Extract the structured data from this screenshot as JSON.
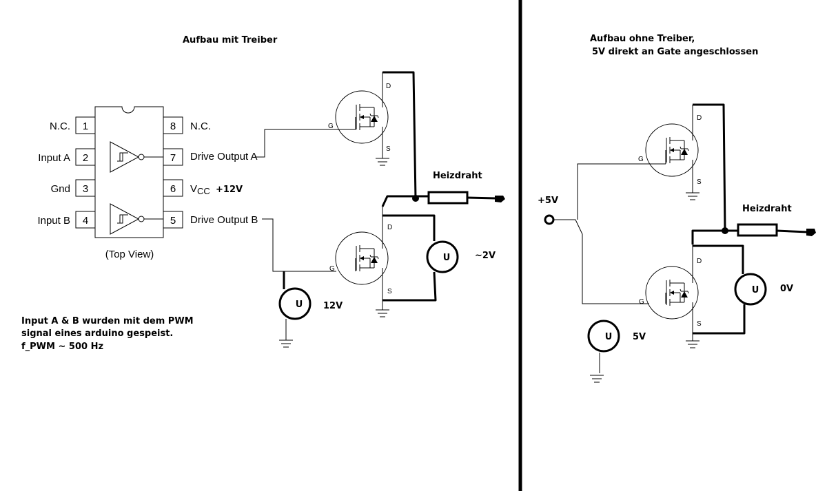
{
  "left": {
    "title": "Aufbau mit Treiber",
    "ic": {
      "pins_left": [
        {
          "num": "1",
          "label": "N.C."
        },
        {
          "num": "2",
          "label": "Input A"
        },
        {
          "num": "3",
          "label": "Gnd"
        },
        {
          "num": "4",
          "label": "Input B"
        }
      ],
      "pins_right": [
        {
          "num": "8",
          "label": "N.C."
        },
        {
          "num": "7",
          "label": "Drive Output A"
        },
        {
          "num": "6",
          "label": "V",
          "sub": "CC"
        },
        {
          "num": "5",
          "label": "Drive Output B"
        }
      ],
      "view_label": "(Top View)",
      "vcc_value": "+12V"
    },
    "mosfet_labels": {
      "drain": "D",
      "gate": "G",
      "source": "S"
    },
    "heater_label": "Heizdraht",
    "meter_symbol": "U",
    "meter_gate_value": "12V",
    "meter_heater_value": "~2V",
    "note_lines": [
      "Input A & B wurden mit dem PWM",
      "signal eines arduino gespeist.",
      "f_PWM ~ 500 Hz"
    ]
  },
  "right": {
    "title_lines": [
      "Aufbau ohne Treiber,",
      "5V direkt an Gate angeschlossen"
    ],
    "supply_label": "+5V",
    "mosfet_labels": {
      "drain": "D",
      "gate": "G",
      "source": "S"
    },
    "heater_label": "Heizdraht",
    "meter_symbol": "U",
    "meter_gate_value": "5V",
    "meter_heater_value": "0V"
  }
}
